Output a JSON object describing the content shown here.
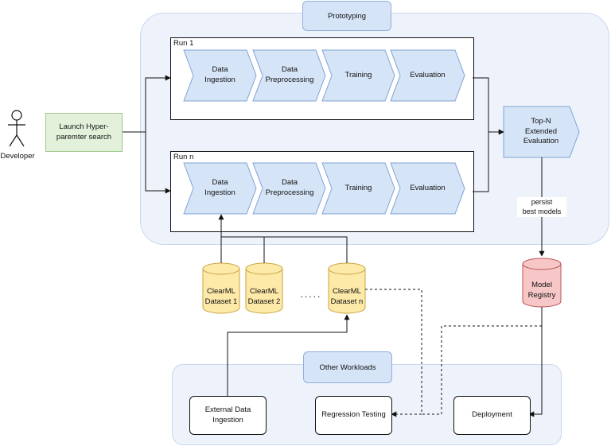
{
  "regions": {
    "prototyping": "Prototyping",
    "other_workloads": "Other Workloads"
  },
  "developer": {
    "label": "Developer"
  },
  "launch": {
    "label": "Launch Hyper-\nparemter search"
  },
  "runs": [
    {
      "title": "Run 1",
      "stages": [
        "Data\nIngestion",
        "Data\nPreprocessing",
        "Training",
        "Evaluation"
      ]
    },
    {
      "title": "Run n",
      "stages": [
        "Data\nIngestion",
        "Data\nPreprocessing",
        "Training",
        "Evaluation"
      ]
    }
  ],
  "topn": {
    "label": "Top-N\nExtended\nEvaluation"
  },
  "persist": {
    "label": "persist\nbest models"
  },
  "registry": {
    "label": "Model\nRegistry"
  },
  "datasets": [
    {
      "label": "ClearML\nDataset 1"
    },
    {
      "label": "ClearML\nDataset 2"
    },
    {
      "label": "ClearML\nDataset n"
    }
  ],
  "ellipsis": ".....",
  "workloads": {
    "external": "External Data\nIngestion",
    "regression": "Regression Testing",
    "deployment": "Deployment"
  },
  "colors": {
    "chevron_fill": "#d6e4f7",
    "chevron_stroke": "#7fa3d6",
    "cylinder_fill": "#fde9a8",
    "cylinder_stroke": "#c9a642",
    "registry_fill": "#f7c7c7",
    "registry_stroke": "#b85450"
  }
}
